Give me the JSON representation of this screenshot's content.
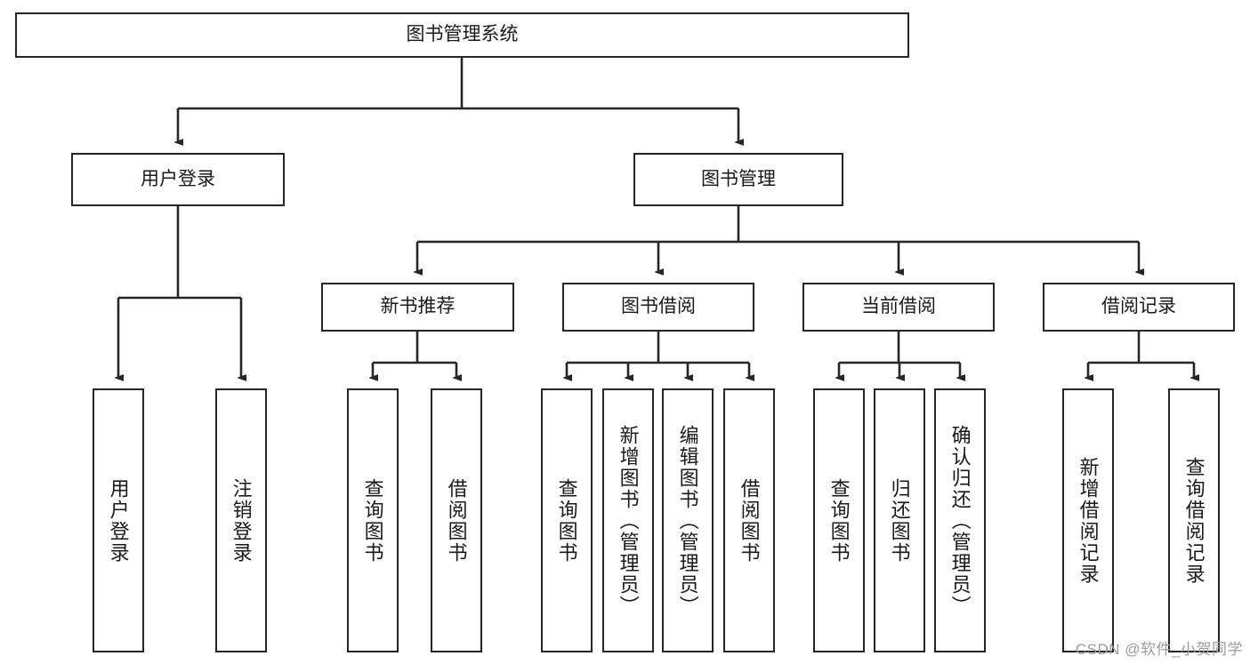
{
  "diagram": {
    "title": "图书管理系统",
    "type": "tree-hierarchy-chart",
    "root": {
      "label": "图书管理系统"
    },
    "level2": [
      {
        "label": "用户登录"
      },
      {
        "label": "图书管理"
      }
    ],
    "level3": [
      {
        "label": "新书推荐"
      },
      {
        "label": "图书借阅"
      },
      {
        "label": "当前借阅"
      },
      {
        "label": "借阅记录"
      }
    ],
    "leaves": [
      {
        "label": "用户登录",
        "parent": "用户登录"
      },
      {
        "label": "注销登录",
        "parent": "用户登录"
      },
      {
        "label": "查询图书",
        "parent": "新书推荐"
      },
      {
        "label": "借阅图书",
        "parent": "新书推荐"
      },
      {
        "label": "查询图书",
        "parent": "图书借阅"
      },
      {
        "label": "新增图书（管理员）",
        "parent": "图书借阅"
      },
      {
        "label": "编辑图书（管理员）",
        "parent": "图书借阅"
      },
      {
        "label": "借阅图书",
        "parent": "图书借阅"
      },
      {
        "label": "查询图书",
        "parent": "当前借阅"
      },
      {
        "label": "归还图书",
        "parent": "当前借阅"
      },
      {
        "label": "确认归还（管理员）",
        "parent": "当前借阅"
      },
      {
        "label": "新增借阅记录",
        "parent": "借阅记录"
      },
      {
        "label": "查询借阅记录",
        "parent": "借阅记录"
      }
    ],
    "watermark": "CSDN @软件_小贺同学",
    "colors": {
      "stroke": "#262626",
      "text": "#1a1a1a",
      "background": "#ffffff",
      "watermark": "#9b9b9b"
    }
  }
}
